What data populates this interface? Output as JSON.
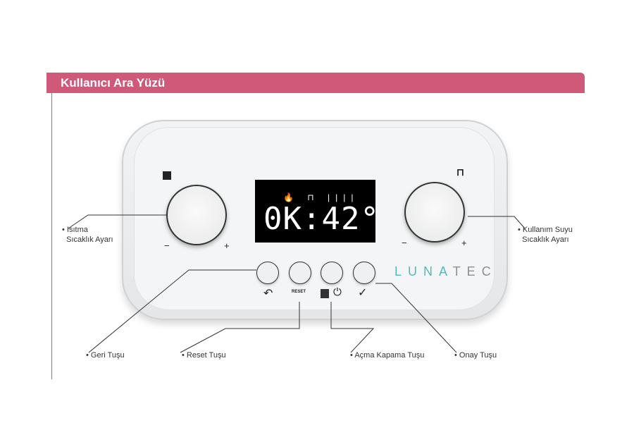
{
  "header": {
    "title": "Kullanıcı Ara Yüzü"
  },
  "display": {
    "icons": "🔥 ⊓ ||||",
    "text": "0K:42°"
  },
  "knobs": {
    "minus": "−",
    "plus": "+"
  },
  "logo": {
    "main": "LUNA",
    "suffix": "TEC"
  },
  "buttons": {
    "back_symbol": "↶",
    "reset_symbol": "RESET",
    "power_symbol": "⏻",
    "confirm_symbol": "✓"
  },
  "labels": {
    "heating": [
      "Isıtma",
      "Sıcaklık Ayarı"
    ],
    "water": [
      "Kullanım Suyu",
      "Sıcaklık Ayarı"
    ],
    "back": "Geri Tuşu",
    "reset": "Reset Tuşu",
    "power": "Açma Kapama Tuşu",
    "confirm": "Onay Tuşu"
  },
  "colors": {
    "accent": "#d0597a",
    "logo": "#55b7bd"
  }
}
